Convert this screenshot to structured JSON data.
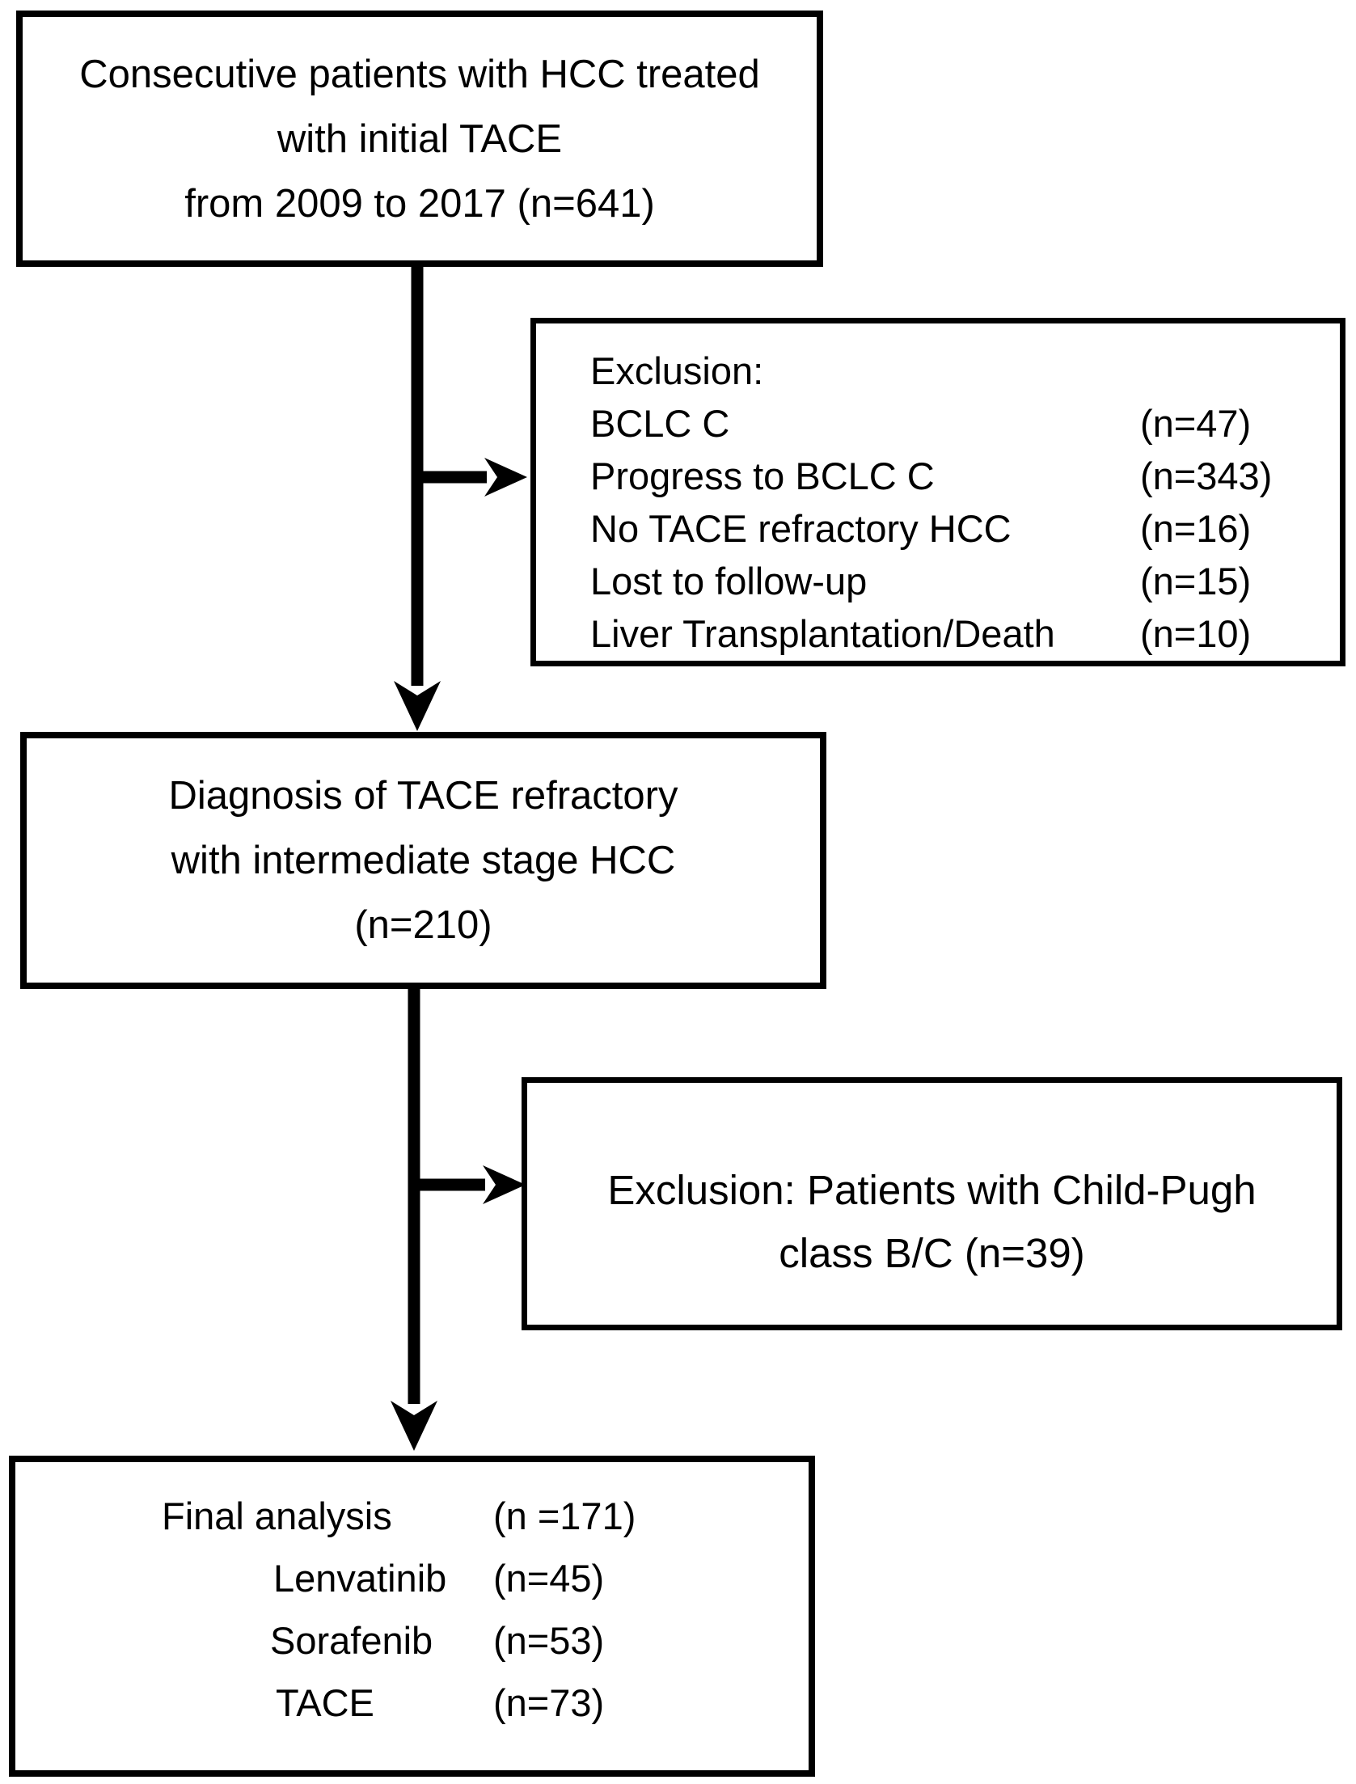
{
  "diagram": {
    "colors": {
      "line": "#000000",
      "background": "#ffffff"
    },
    "top_box": {
      "lines": [
        "Consecutive patients with HCC treated",
        "with initial TACE",
        "from 2009 to 2017 (n=641)"
      ]
    },
    "exclusion_box_1": {
      "title": "Exclusion:",
      "items": [
        {
          "label": "BCLC C",
          "n": "(n=47)"
        },
        {
          "label": "Progress to BCLC C",
          "n": "(n=343)"
        },
        {
          "label": "No TACE refractory HCC",
          "n": "(n=16)"
        },
        {
          "label": "Lost to follow-up",
          "n": "(n=15)"
        },
        {
          "label": "Liver Transplantation/Death",
          "n": "(n=10)"
        }
      ]
    },
    "middle_box": {
      "lines": [
        "Diagnosis of TACE refractory",
        "with intermediate stage HCC",
        "(n=210)"
      ]
    },
    "exclusion_box_2": {
      "lines": [
        "Exclusion: Patients with Child-Pugh",
        "class B/C (n=39)"
      ]
    },
    "final_box": {
      "rows": [
        {
          "label": "Final analysis",
          "n": "(n =171)"
        },
        {
          "label": "Lenvatinib",
          "n": "(n=45)"
        },
        {
          "label": "Sorafenib",
          "n": "(n=53)"
        },
        {
          "label": "TACE",
          "n": "(n=73)"
        }
      ]
    }
  }
}
